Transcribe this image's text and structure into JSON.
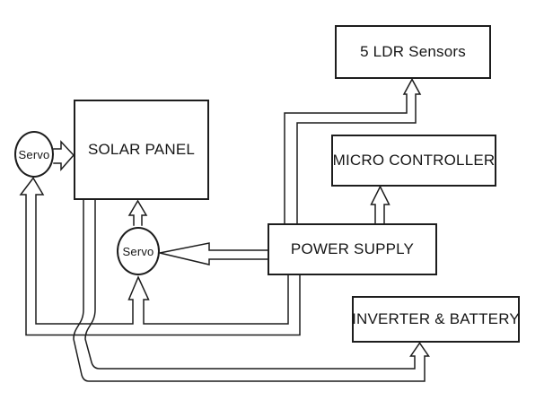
{
  "diagram": {
    "background_color": "#ffffff",
    "line_color": "#1d1d1d",
    "boxes": [
      {
        "id": "ldr-sensors",
        "label": "5 LDR Sensors"
      },
      {
        "id": "solar-panel",
        "label": "SOLAR PANEL"
      },
      {
        "id": "micro-controller",
        "label": "MICRO CONTROLLER"
      },
      {
        "id": "power-supply",
        "label": "POWER SUPPLY"
      },
      {
        "id": "inverter-battery",
        "label": "INVERTER & BATTERY"
      }
    ],
    "ellipses": [
      {
        "id": "servo-left",
        "label": "Servo"
      },
      {
        "id": "servo-bottom",
        "label": "Servo"
      }
    ],
    "connections": [
      {
        "from": "servo-left",
        "to": "solar-panel",
        "type": "block-arrow"
      },
      {
        "from": "servo-bottom",
        "to": "solar-panel",
        "type": "block-arrow"
      },
      {
        "from": "power-supply",
        "to": "servo-bottom",
        "type": "block-arrow"
      },
      {
        "from": "power-supply",
        "to": "micro-controller",
        "type": "block-arrow"
      },
      {
        "from": "power-supply",
        "to": "ldr-sensors",
        "type": "routed-block-arrow"
      },
      {
        "from": "power-supply",
        "to": "servo-left",
        "type": "routed-block-arrow",
        "branch_to": "servo-bottom"
      },
      {
        "from": "solar-panel",
        "to": "inverter-battery",
        "type": "routed-block-arrow"
      }
    ]
  }
}
